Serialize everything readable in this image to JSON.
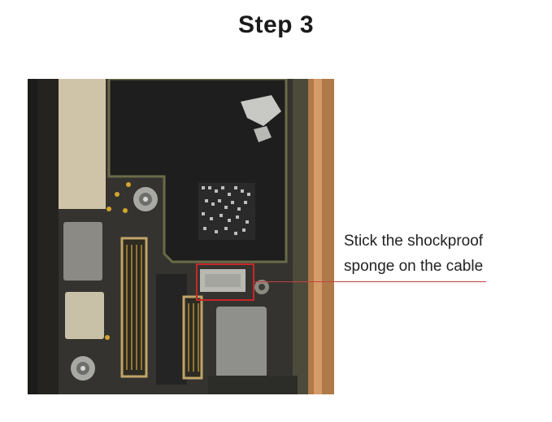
{
  "header": {
    "title": "Step 3"
  },
  "annotation": {
    "line1": "Stick the shockproof",
    "line2": "sponge on the cable"
  },
  "colors": {
    "highlight_box": "#c62828",
    "leader_line": "#c94040",
    "title_text": "#1a1a1a"
  },
  "figure": {
    "subject": "phone-logic-board-photo",
    "icons": [
      "screw-icon",
      "chip-icon",
      "connector-icon",
      "sponge-pad-icon"
    ]
  }
}
